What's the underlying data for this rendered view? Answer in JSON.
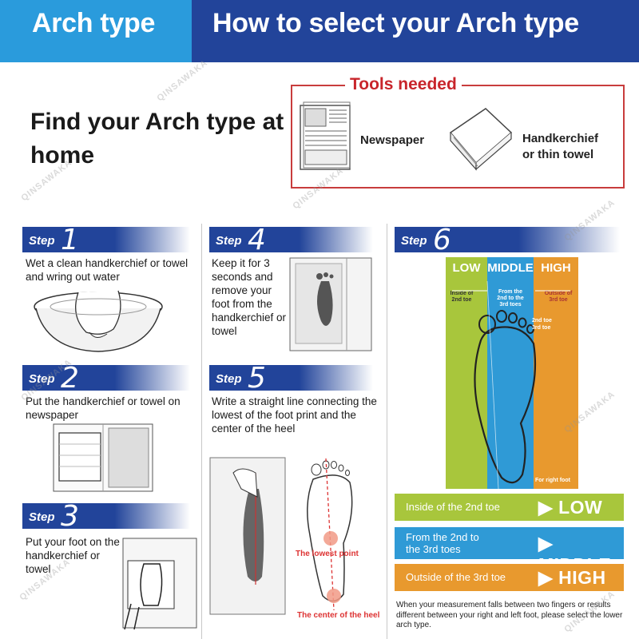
{
  "header": {
    "left_title": "Arch type",
    "right_title": "How to select your Arch type"
  },
  "find_title": "Find your Arch type at home",
  "tools": {
    "title": "Tools needed",
    "items": [
      {
        "label": "Newspaper",
        "icon": "newspaper-icon"
      },
      {
        "label": "Handkerchief or thin towel",
        "icon": "handkerchief-icon"
      }
    ]
  },
  "steps": [
    {
      "word": "Step",
      "num": "1",
      "text": "Wet a clean handkerchief or towel and wring out water"
    },
    {
      "word": "Step",
      "num": "2",
      "text": "Put the handkerchief or towel on newspaper"
    },
    {
      "word": "Step",
      "num": "3",
      "text": "Put your foot on the handkerchief or towel"
    },
    {
      "word": "Step",
      "num": "4",
      "text": "Keep it for 3 seconds and remove your foot from the handkerchief or towel"
    },
    {
      "word": "Step",
      "num": "5",
      "text": "Write a straight line connecting the lowest of the foot print and the center of the heel"
    },
    {
      "word": "Step",
      "num": "6"
    }
  ],
  "step5_labels": {
    "lowest_point": "The lowest point",
    "heel_center": "The center of the heel"
  },
  "arch_chart": {
    "bands": [
      {
        "label": "LOW",
        "color": "#a8c63c",
        "note": "Inside of 2nd toe"
      },
      {
        "label": "MIDDLE",
        "color": "#2f9ad6",
        "note": "From the 2nd to the 3rd toes"
      },
      {
        "label": "HIGH",
        "color": "#e8992e",
        "note": "Outside of 3rd toe"
      }
    ],
    "toe_labels": [
      "2nd toe",
      "3rd toe"
    ],
    "foot_caption": "For right foot"
  },
  "results": [
    {
      "desc": "Inside of the 2nd toe",
      "value": "LOW",
      "color": "#a8c63c"
    },
    {
      "desc": "From the 2nd to the 3rd toes",
      "value": "MIDDLE",
      "color": "#2f9ad6"
    },
    {
      "desc": "Outside of the 3rd toe",
      "value": "HIGH",
      "color": "#e8992e"
    }
  ],
  "note": "When your measurement falls between two fingers or results different between your right and left foot, please select the lower arch type.",
  "watermark": "QINSAWAKA"
}
